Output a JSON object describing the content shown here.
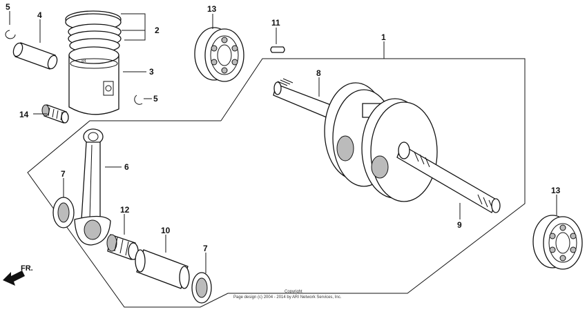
{
  "diagram": {
    "callouts": {
      "c1": "1",
      "c2": "2",
      "c3": "3",
      "c4": "4",
      "c5a": "5",
      "c5b": "5",
      "c6": "6",
      "c7a": "7",
      "c7b": "7",
      "c8": "8",
      "c9": "9",
      "c10": "10",
      "c11": "11",
      "c12": "12",
      "c13a": "13",
      "c13b": "13",
      "c14": "14"
    },
    "direction_label": "FR.",
    "copyright_line1": "Copyright",
    "copyright_line2": "Page design (c) 2004 - 2014 by ARI Network Services, Inc."
  }
}
